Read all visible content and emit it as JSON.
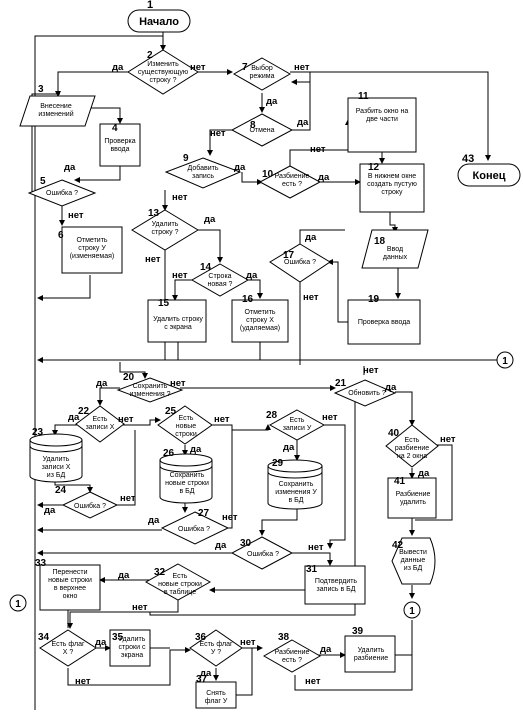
{
  "diagram": {
    "start_label": "Начало",
    "start_number": "1",
    "end_label": "Конец",
    "end_number": "43",
    "connector_label": "1",
    "yes": "да",
    "no": "нет",
    "blocks": {
      "b2": {
        "num": "2",
        "lines": [
          "Изменить",
          "существующую",
          "строку ?"
        ]
      },
      "b3": {
        "num": "3",
        "lines": [
          "Внесение",
          "изменений"
        ]
      },
      "b4": {
        "num": "4",
        "lines": [
          "Проверка",
          "ввода"
        ]
      },
      "b5": {
        "num": "5",
        "lines": [
          "Ошибка ?"
        ]
      },
      "b6": {
        "num": "6",
        "lines": [
          "Отметить",
          "строку У",
          "(изменяемая)"
        ]
      },
      "b7": {
        "num": "7",
        "lines": [
          "Выбор",
          "режима"
        ]
      },
      "b8": {
        "num": "8",
        "lines": [
          "Отмена"
        ]
      },
      "b9": {
        "num": "9",
        "lines": [
          "Добавить",
          "запись"
        ]
      },
      "b10": {
        "num": "10",
        "lines": [
          "Разбиение",
          "есть ?"
        ]
      },
      "b11": {
        "num": "11",
        "lines": [
          "Разбить окно на",
          "две части"
        ]
      },
      "b12": {
        "num": "12",
        "lines": [
          "В нижнем окне",
          "создать пустую",
          "строку"
        ]
      },
      "b13": {
        "num": "13",
        "lines": [
          "Удалить",
          "строку ?"
        ]
      },
      "b14": {
        "num": "14",
        "lines": [
          "Строка",
          "новая ?"
        ]
      },
      "b15": {
        "num": "15",
        "lines": [
          "Удалить строку",
          "с экрана"
        ]
      },
      "b16": {
        "num": "16",
        "lines": [
          "Отметить",
          "строку Х",
          "(удаляемая)"
        ]
      },
      "b17": {
        "num": "17",
        "lines": [
          "Ошибка ?"
        ]
      },
      "b18": {
        "num": "18",
        "lines": [
          "Ввод",
          "данных"
        ]
      },
      "b19": {
        "num": "19",
        "lines": [
          "Проверка ввода"
        ]
      },
      "b20": {
        "num": "20",
        "lines": [
          "Сохранить",
          "изменения ?"
        ]
      },
      "b21": {
        "num": "21",
        "lines": [
          "Обновить ?"
        ]
      },
      "b22": {
        "num": "22",
        "lines": [
          "Есть",
          "записи Х"
        ]
      },
      "b23": {
        "num": "23",
        "lines": [
          "Удалить",
          "записи Х",
          "из БД"
        ]
      },
      "b24": {
        "num": "24",
        "lines": [
          "Ошибка ?"
        ]
      },
      "b25": {
        "num": "25",
        "lines": [
          "Есть",
          "новые",
          "строки"
        ]
      },
      "b26": {
        "num": "26",
        "lines": [
          "Сохранить",
          "новые строки",
          "в БД"
        ]
      },
      "b27": {
        "num": "27",
        "lines": [
          "Ошибка ?"
        ]
      },
      "b28": {
        "num": "28",
        "lines": [
          "Есть",
          "записи У"
        ]
      },
      "b29": {
        "num": "29",
        "lines": [
          "Сохранить",
          "изменения У",
          "в БД"
        ]
      },
      "b30": {
        "num": "30",
        "lines": [
          "Ошибка ?"
        ]
      },
      "b31": {
        "num": "31",
        "lines": [
          "Подтвердить",
          "запись в БД"
        ]
      },
      "b32": {
        "num": "32",
        "lines": [
          "Есть",
          "новые строки",
          "в таблице"
        ]
      },
      "b33": {
        "num": "33",
        "lines": [
          "Перенести",
          "новые строки",
          "в верхнее",
          "окно"
        ]
      },
      "b34": {
        "num": "34",
        "lines": [
          "Есть флаг",
          "Х ?"
        ]
      },
      "b35": {
        "num": "35",
        "lines": [
          "Удалить",
          "строки с",
          "экрана"
        ]
      },
      "b36": {
        "num": "36",
        "lines": [
          "Есть флаг",
          "У ?"
        ]
      },
      "b37": {
        "num": "37",
        "lines": [
          "Снять",
          "флаг У"
        ]
      },
      "b38": {
        "num": "38",
        "lines": [
          "Разбиение",
          "есть ?"
        ]
      },
      "b39": {
        "num": "39",
        "lines": [
          "Удалить",
          "разбиение"
        ]
      },
      "b40": {
        "num": "40",
        "lines": [
          "Есть",
          "разбиение",
          "на 2 окна"
        ]
      },
      "b41": {
        "num": "41",
        "lines": [
          "Разбиение",
          "удалить"
        ]
      },
      "b42": {
        "num": "42",
        "lines": [
          "Вывести",
          "данные",
          "из БД"
        ]
      }
    }
  }
}
